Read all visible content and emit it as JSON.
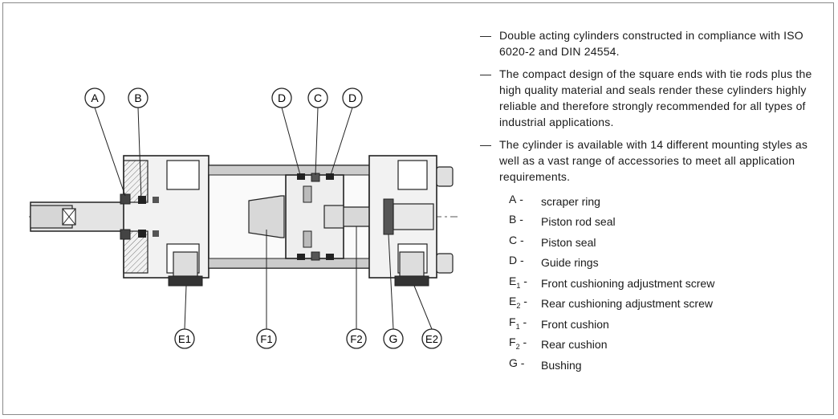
{
  "callouts": {
    "top": [
      "A",
      "B",
      "D",
      "C",
      "D"
    ],
    "bottom": [
      "E1",
      "F1",
      "F2",
      "G",
      "E2"
    ]
  },
  "bullets": [
    "Double acting cylinders constructed in compliance with ISO 6020-2  and DIN 24554.",
    "The compact design of the square ends with tie rods plus the high quality material and seals render these cylinders highly reliable and therefore strongly recommended for all types of industrial applications.",
    "The cylinder is available with 14 different mounting styles as well as a vast range of accessories to meet all application requirements."
  ],
  "bullet_dash": "—",
  "legend": [
    {
      "key": "A",
      "sub": "",
      "desc": "scraper ring"
    },
    {
      "key": "B",
      "sub": "",
      "desc": "Piston rod seal"
    },
    {
      "key": "C",
      "sub": "",
      "desc": "Piston seal"
    },
    {
      "key": "D",
      "sub": "",
      "desc": "Guide rings"
    },
    {
      "key": "E",
      "sub": "1",
      "desc": "Front cushioning adjustment screw"
    },
    {
      "key": "E",
      "sub": "2",
      "desc": "Rear cushioning adjustment screw"
    },
    {
      "key": "F",
      "sub": "1",
      "desc": "Front cushion"
    },
    {
      "key": "F",
      "sub": "2",
      "desc": "Rear cushion"
    },
    {
      "key": "G",
      "sub": "",
      "desc": "Bushing"
    }
  ],
  "legend_sep": "-"
}
